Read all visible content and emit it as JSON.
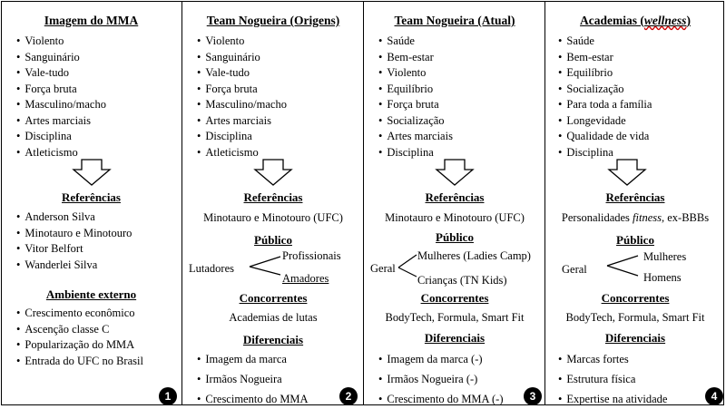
{
  "col1": {
    "title": "Imagem do MMA",
    "items": [
      "Violento",
      "Sanguinário",
      "Vale-tudo",
      "Força bruta",
      "Masculino/macho",
      "Artes marciais",
      "Disciplina",
      "Atleticismo"
    ],
    "ref_title": "Referências",
    "refs": [
      "Anderson Silva",
      "Minotauro e Minotouro",
      "Vitor Belfort",
      "Wanderlei Silva"
    ],
    "env_title": "Ambiente externo",
    "env": [
      "Crescimento econômico",
      "Ascenção classe C",
      "Popularização do MMA",
      "Entrada do UFC no Brasil"
    ],
    "badge": "1"
  },
  "col2": {
    "title": "Team Nogueira (Origens)",
    "items": [
      "Violento",
      "Sanguinário",
      "Vale-tudo",
      "Força bruta",
      "Masculino/macho",
      "Artes marciais",
      "Disciplina",
      "Atleticismo"
    ],
    "ref_title": "Referências",
    "ref": "Minotauro e Minotouro (UFC)",
    "pub_title": "Público",
    "pub_root": "Lutadores",
    "pub_a": "Profissionais",
    "pub_b": "Amadores",
    "conc_title": "Concorrentes",
    "conc": "Academias de lutas",
    "diff_title": "Diferenciais",
    "diffs": [
      "Imagem da marca",
      "Irmãos Nogueira",
      "Crescimento do MMA"
    ],
    "badge": "2"
  },
  "col3": {
    "title": "Team Nogueira (Atual)",
    "items": [
      "Saúde",
      "Bem-estar",
      "Violento",
      "Equilíbrio",
      "Força bruta",
      "Socialização",
      "Artes marciais",
      "Disciplina"
    ],
    "ref_title": "Referências",
    "ref": "Minotauro e Minotouro (UFC)",
    "pub_title": "Público",
    "pub_root": "Geral",
    "pub_a": "Mulheres (Ladies Camp)",
    "pub_b": "Crianças (TN Kids)",
    "conc_title": "Concorrentes",
    "conc": "BodyTech, Formula, Smart Fit",
    "diff_title": "Diferenciais",
    "diffs": [
      "Imagem da marca (-)",
      "Irmãos Nogueira (-)",
      "Crescimento do MMA (-)"
    ],
    "badge": "3"
  },
  "col4": {
    "title_a": "Academias (",
    "title_b": "wellness",
    "title_c": ")",
    "items": [
      "Saúde",
      "Bem-estar",
      "Equilíbrio",
      "Socialização",
      "Para toda a família",
      "Longevidade",
      "Qualidade de vida",
      "Disciplina"
    ],
    "ref_title": "Referências",
    "ref_a": "Personalidades ",
    "ref_b": "fitness",
    "ref_c": ", ex-BBBs",
    "pub_title": "Público",
    "pub_root": "Geral",
    "pub_a": "Mulheres",
    "pub_b": "Homens",
    "conc_title": "Concorrentes",
    "conc": "BodyTech, Formula, Smart Fit",
    "diff_title": "Diferenciais",
    "diffs": [
      "Marcas fortes",
      "Estrutura física",
      "Expertise na atividade"
    ],
    "badge": "4"
  }
}
